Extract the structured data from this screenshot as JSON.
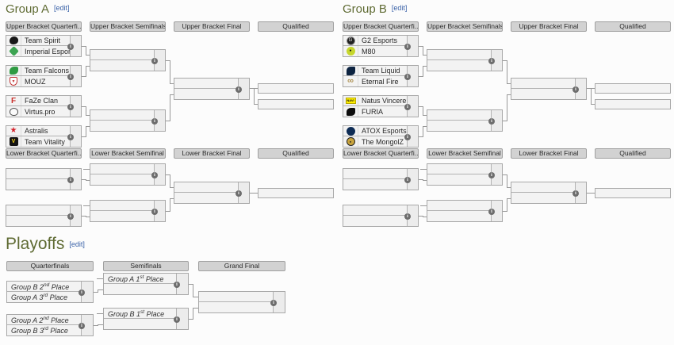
{
  "colors": {
    "page_background": "#fcfcfc",
    "section_heading": "#5f6b33",
    "edit_link": "#3a62a8",
    "column_header_bg": "#d2d2d2",
    "match_box_bg": "#f3f3f3",
    "match_box_border": "#a8a8a8",
    "score_cell_bg": "#ececec",
    "connector_line": "#999999",
    "info_icon_bg": "#6d6d6d"
  },
  "sections": {
    "group_a": {
      "title": "Group A",
      "edit_label": "[edit]",
      "upper_headers": [
        "Upper Bracket Quarterfi...",
        "Upper Bracket Semifinals",
        "Upper Bracket Final",
        "Qualified"
      ],
      "lower_headers": [
        "Lower Bracket Quarterfi...",
        "Lower Bracket Semifinal",
        "Lower Bracket Final",
        "Qualified"
      ],
      "upper_quarterfinal_matches": [
        {
          "top": {
            "name": "Team Spirit",
            "icon": "team-spirit"
          },
          "bottom": {
            "name": "Imperial Esports",
            "icon": "imperial-esports"
          }
        },
        {
          "top": {
            "name": "Team Falcons",
            "icon": "team-falcons"
          },
          "bottom": {
            "name": "MOUZ",
            "icon": "mouz"
          }
        },
        {
          "top": {
            "name": "FaZe Clan",
            "icon": "faze-clan"
          },
          "bottom": {
            "name": "Virtus.pro",
            "icon": "virtus-pro"
          }
        },
        {
          "top": {
            "name": "Astralis",
            "icon": "astralis"
          },
          "bottom": {
            "name": "Team Vitality",
            "icon": "team-vitality"
          }
        }
      ]
    },
    "group_b": {
      "title": "Group B",
      "edit_label": "[edit]",
      "upper_headers": [
        "Upper Bracket Quarterfi...",
        "Upper Bracket Semifinals",
        "Upper Bracket Final",
        "Qualified"
      ],
      "lower_headers": [
        "Lower Bracket Quarterfi...",
        "Lower Bracket Semifinal",
        "Lower Bracket Final",
        "Qualified"
      ],
      "upper_quarterfinal_matches": [
        {
          "top": {
            "name": "G2 Esports",
            "icon": "g2-esports"
          },
          "bottom": {
            "name": "M80",
            "icon": "m80"
          }
        },
        {
          "top": {
            "name": "Team Liquid",
            "icon": "team-liquid"
          },
          "bottom": {
            "name": "Eternal Fire",
            "icon": "eternal-fire"
          }
        },
        {
          "top": {
            "name": "Natus Vincere",
            "icon": "natus-vincere"
          },
          "bottom": {
            "name": "FURIA",
            "icon": "furia"
          }
        },
        {
          "top": {
            "name": "ATOX Esports",
            "icon": "atox-esports"
          },
          "bottom": {
            "name": "The MongolZ",
            "icon": "the-mongolz"
          }
        }
      ]
    },
    "playoffs": {
      "title": "Playoffs",
      "edit_label": "[edit]",
      "headers": [
        "Quarterfinals",
        "Semifinals",
        "Grand Final"
      ],
      "quarterfinal_seeds": [
        {
          "top": {
            "pre": "Group B 2",
            "sup": "nd",
            "post": " Place"
          },
          "bottom": {
            "pre": "Group A 3",
            "sup": "rd",
            "post": " Place"
          }
        },
        {
          "top": {
            "pre": "Group A 2",
            "sup": "nd",
            "post": " Place"
          },
          "bottom": {
            "pre": "Group B 3",
            "sup": "rd",
            "post": " Place"
          }
        }
      ],
      "semifinal_seeds": [
        {
          "top": {
            "pre": "Group A 1",
            "sup": "st",
            "post": " Place"
          }
        },
        {
          "top": {
            "pre": "Group B 1",
            "sup": "st",
            "post": " Place"
          }
        }
      ]
    }
  },
  "icons": {
    "team-spirit": "",
    "imperial-esports": "",
    "team-falcons": "",
    "mouz": "▼",
    "faze-clan": "F",
    "virtus-pro": "",
    "astralis": "★",
    "team-vitality": "V",
    "g2-esports": "G",
    "m80": "●",
    "team-liquid": "",
    "eternal-fire": "∞",
    "natus-vincere": "NAVI",
    "furia": "",
    "atox-esports": "",
    "the-mongolz": "●"
  }
}
